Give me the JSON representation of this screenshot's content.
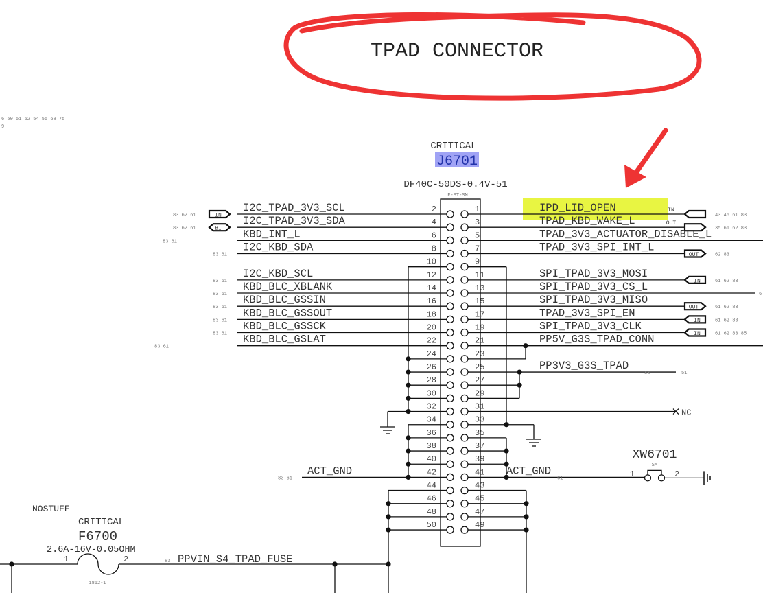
{
  "title": "TPAD CONNECTOR",
  "page_refs": {
    "line1": "6  50  51  52  54  55  68  75",
    "line2": "9"
  },
  "colors": {
    "annotation": "#ee3333",
    "highlight": "#e8f542",
    "refdes_highlight": "#a0a3f5",
    "wire": "#111111"
  },
  "connector": {
    "critical": "CRITICAL",
    "refdes": "J6701",
    "part": "DF40C-50DS-0.4V-51",
    "footprint": "F-ST-SM",
    "left_pins": [
      {
        "pin": "2",
        "net": "I2C_TPAD_3V3_SCL",
        "refs": "83  62  61",
        "port": "IN"
      },
      {
        "pin": "4",
        "net": "I2C_TPAD_3V3_SDA",
        "refs": "83  62  61",
        "port": "BI"
      },
      {
        "pin": "6",
        "net": "KBD_INT_L",
        "refs": "83  61"
      },
      {
        "pin": "8",
        "net": "I2C_KBD_SDA",
        "refs": "83  61"
      },
      {
        "pin": "10"
      },
      {
        "pin": "12",
        "net": "I2C_KBD_SCL",
        "refs": "83  61"
      },
      {
        "pin": "14",
        "net": "KBD_BLC_XBLANK",
        "refs": "83  61"
      },
      {
        "pin": "16",
        "net": "KBD_BLC_GSSIN",
        "refs": "83  61"
      },
      {
        "pin": "18",
        "net": "KBD_BLC_GSSOUT",
        "refs": "83  61"
      },
      {
        "pin": "20",
        "net": "KBD_BLC_GSSCK",
        "refs": "83  61"
      },
      {
        "pin": "22",
        "net": "KBD_BLC_GSLAT",
        "refs": "83  61"
      },
      {
        "pin": "24"
      },
      {
        "pin": "26"
      },
      {
        "pin": "28"
      },
      {
        "pin": "30"
      },
      {
        "pin": "32"
      },
      {
        "pin": "34"
      },
      {
        "pin": "36"
      },
      {
        "pin": "38"
      },
      {
        "pin": "40"
      },
      {
        "pin": "42",
        "net": "ACT_GND",
        "refs": "83  61"
      },
      {
        "pin": "44"
      },
      {
        "pin": "46"
      },
      {
        "pin": "48"
      },
      {
        "pin": "50"
      }
    ],
    "right_pins": [
      {
        "pin": "1",
        "net": "IPD_LID_OPEN",
        "refs": "43  46  61  83",
        "port": "",
        "port_tag": "IN",
        "highlight": true
      },
      {
        "pin": "3",
        "net": "TPAD_KBD_WAKE_L",
        "refs": "35  61  62  83",
        "port": "",
        "port_tag": "OUT"
      },
      {
        "pin": "5",
        "net": "TPAD_3V3_ACTUATOR_DISABLE_L"
      },
      {
        "pin": "7",
        "net": "TPAD_3V3_SPI_INT_L",
        "refs": "62  83",
        "port": "OUT"
      },
      {
        "pin": "9"
      },
      {
        "pin": "11",
        "net": "SPI_TPAD_3V3_MOSI",
        "refs": "61  62  83",
        "port": "IN"
      },
      {
        "pin": "13",
        "net": "SPI_TPAD_3V3_CS_L",
        "refs": "6"
      },
      {
        "pin": "15",
        "net": "SPI_TPAD_3V3_MISO",
        "refs": "61  62  83",
        "port": "OUT"
      },
      {
        "pin": "17",
        "net": "TPAD_3V3_SPI_EN",
        "refs": "61  62  83",
        "port": "IN"
      },
      {
        "pin": "19",
        "net": "SPI_TPAD_3V3_CLK",
        "refs": "61  62  83  85",
        "port": "IN"
      },
      {
        "pin": "21",
        "net": "PP5V_G3S_TPAD_CONN"
      },
      {
        "pin": "23"
      },
      {
        "pin": "25",
        "net": "PP3V3_G3S_TPAD",
        "refs": "83",
        "refs2": "51"
      },
      {
        "pin": "27"
      },
      {
        "pin": "29"
      },
      {
        "pin": "31",
        "nc": "NC"
      },
      {
        "pin": "33"
      },
      {
        "pin": "35"
      },
      {
        "pin": "37"
      },
      {
        "pin": "39"
      },
      {
        "pin": "41",
        "net": "ACT_GND",
        "refs": "61"
      },
      {
        "pin": "43"
      },
      {
        "pin": "45"
      },
      {
        "pin": "47"
      },
      {
        "pin": "49"
      }
    ]
  },
  "strap": {
    "refdes": "XW6701",
    "footprint": "SM",
    "pin1": "1",
    "pin2": "2"
  },
  "fuse": {
    "nostuff": "NOSTUFF",
    "critical": "CRITICAL",
    "refdes": "F6700",
    "value": "2.6A-16V-0.05OHM",
    "pin1": "1",
    "pin2": "2",
    "package": "1812-1",
    "net": "PPVIN_S4_TPAD_FUSE",
    "net_ref": "83"
  }
}
